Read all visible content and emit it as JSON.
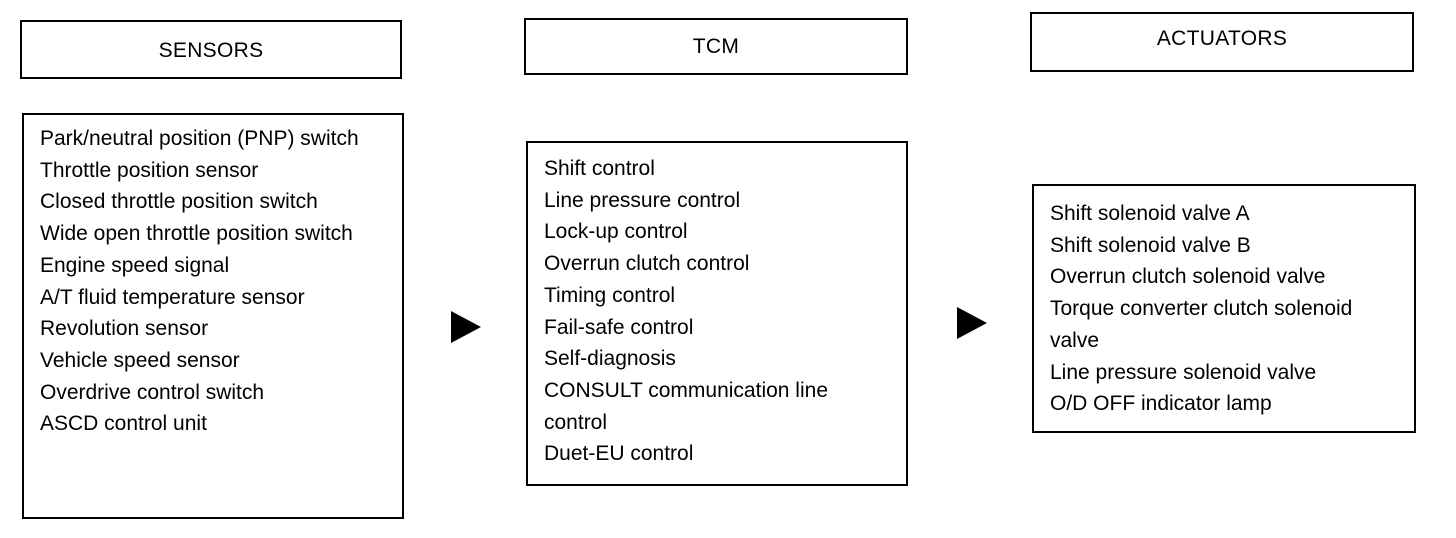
{
  "sensors": {
    "title": "SENSORS",
    "items": [
      "Park/neutral position (PNP) switch",
      "Throttle position sensor",
      "Closed throttle position switch",
      "Wide open throttle position switch",
      "Engine speed signal",
      "A/T fluid temperature sensor",
      "Revolution sensor",
      "Vehicle speed sensor",
      "Overdrive control switch",
      "ASCD control unit"
    ]
  },
  "tcm": {
    "title": "TCM",
    "items": [
      "Shift control",
      "Line pressure control",
      "Lock-up control",
      "Overrun clutch control",
      "Timing control",
      "Fail-safe control",
      "Self-diagnosis",
      "CONSULT communication line control",
      "Duet-EU control"
    ]
  },
  "actuators": {
    "title": "ACTUATORS",
    "items": [
      "Shift solenoid valve A",
      "Shift solenoid valve B",
      "Overrun clutch solenoid valve",
      "Torque converter clutch solenoid valve",
      "Line pressure solenoid valve",
      "O/D OFF indicator lamp"
    ]
  }
}
